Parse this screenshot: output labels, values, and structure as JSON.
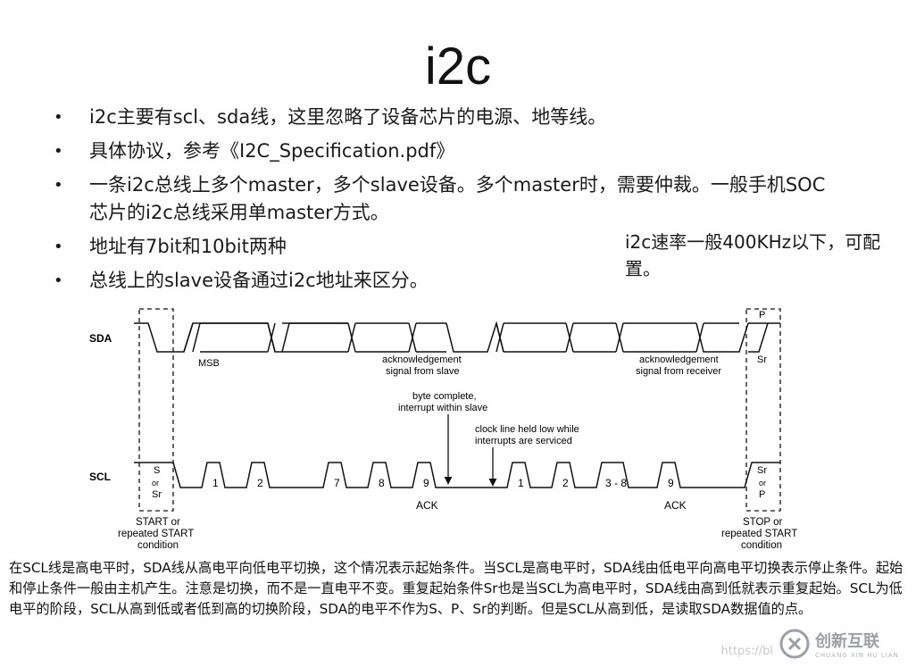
{
  "title": "i2c",
  "bullets": [
    "i2c主要有scl、sda线，这里忽略了设备芯片的电源、地等线。",
    "具体协议，参考《I2C_Specification.pdf》",
    "一条i2c总线上多个master，多个slave设备。多个master时，需要仲裁。一般手机SOC芯片的i2c总线采用单master方式。",
    "地址有7bit和10bit两种",
    "总线上的slave设备通过i2c地址来区分。"
  ],
  "bullet_symbol": "•",
  "side_note": "i2c速率一般400KHz以下，可配置。",
  "diagram": {
    "sda_label": "SDA",
    "scl_label": "SCL",
    "msb": "MSB",
    "ack_slave_1": "acknowledgement",
    "ack_slave_2": "signal from slave",
    "ack_recv_1": "acknowledgement",
    "ack_recv_2": "signal from receiver",
    "byte_complete_1": "byte complete,",
    "byte_complete_2": "interrupt within slave",
    "clock_held_1": "clock line held low while",
    "clock_held_2": "interrupts are serviced",
    "p_top": "P",
    "sr_top": "Sr",
    "start_s": "S",
    "start_or": "or",
    "start_sr": "Sr",
    "end_sr": "Sr",
    "end_or": "or",
    "end_p": "P",
    "pulse_labels": [
      "1",
      "2",
      "7",
      "8",
      "9",
      "1",
      "2",
      "3 - 8",
      "9"
    ],
    "ack_1": "ACK",
    "ack_2": "ACK",
    "start_cond_1": "START or",
    "start_cond_2": "repeated START",
    "start_cond_3": "condition",
    "stop_cond_1": "STOP or",
    "stop_cond_2": "repeated START",
    "stop_cond_3": "condition"
  },
  "caption": "在SCL线是高电平时，SDA线从高电平向低电平切换，这个情况表示起始条件。当SCL是高电平时，SDA线由低电平向高电平切换表示停止条件。起始和停止条件一般由主机产生。注意是切换，而不是一直电平不变。重复起始条件Sr也是当SCL为高电平时，SDA线由高到低就表示重复起始。SCL为低电平的阶段，SCL从高到低或者低到高的切换阶段，SDA的电平不作为S、P、Sr的判断。但是SCL从高到低，是读取SDA数据值的点。",
  "watermark": {
    "url": "https://bl",
    "brand": "创新互联",
    "brand_sub": "CHUANG XIN HU LIAN"
  }
}
